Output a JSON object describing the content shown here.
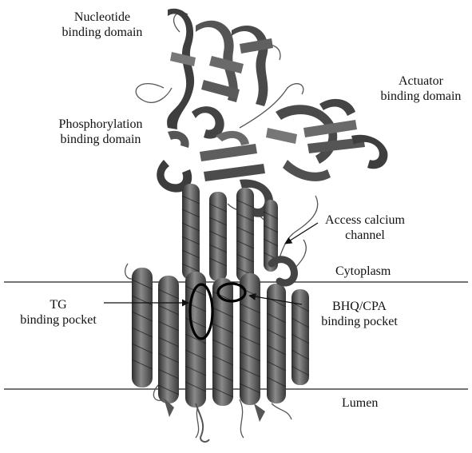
{
  "labels": {
    "nucleotide_line1": "Nucleotide",
    "nucleotide_line2": "binding domain",
    "actuator_line1": "Actuator",
    "actuator_line2": "binding domain",
    "phosphorylation_line1": "Phosphorylation",
    "phosphorylation_line2": "binding domain",
    "access_line1": "Access calcium",
    "access_line2": "channel",
    "cytoplasm": "Cytoplasm",
    "tg_line1": "TG",
    "tg_line2": "binding pocket",
    "bhq_line1": "BHQ/CPA",
    "bhq_line2": "binding pocket",
    "lumen": "Lumen"
  },
  "colors": {
    "protein_dark": "#3c3c3c",
    "protein_mid": "#6e6e6e",
    "protein_light": "#a8a8a8",
    "line": "#222222"
  },
  "icons": {
    "protein": "ribbon-structure",
    "pocket_markers": "ellipse-outline",
    "pointers": "arrow"
  }
}
